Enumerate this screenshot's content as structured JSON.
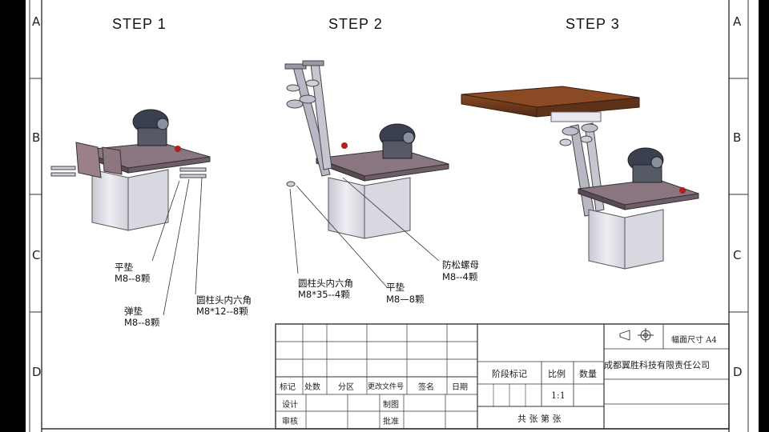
{
  "steps": [
    "STEP  1",
    "STEP  2",
    "STEP  3"
  ],
  "zones": {
    "left": [
      "A",
      "B",
      "C",
      "D"
    ],
    "right": [
      "A",
      "B",
      "C",
      "D"
    ]
  },
  "callouts": {
    "s1_flat_washer_name": "平垫",
    "s1_flat_washer_spec": "M8--8颗",
    "s1_spring_washer_name": "弹垫",
    "s1_spring_washer_spec": "M8--8颗",
    "s1_screw_name": "圆柱头内六角",
    "s1_screw_spec": "M8*12--8颗",
    "s2_screw_name": "圆柱头内六角",
    "s2_screw_spec": "M8*35--4颗",
    "s2_washer_name": "平垫",
    "s2_washer_spec": "M8—8颗",
    "s2_nut_name": "防松螺母",
    "s2_nut_spec": "M8--4颗"
  },
  "title_block": {
    "sheet_size": "幅面尺寸  A4",
    "company": "成都翼胜科技有限责任公司",
    "row_labels": [
      "标记",
      "处数",
      "分区",
      "更改文件号",
      "签名",
      "日期"
    ],
    "design": "设计",
    "draw": "制图",
    "review": "审核",
    "approve": "批准",
    "stage_mark": "阶段标记",
    "scale_label": "比例",
    "qty_label": "数量",
    "scale_value": "1:1",
    "sheets": "共 张 第 张"
  },
  "colors": {
    "wood": "#6b3a1f",
    "steel": "#e4e4ea",
    "plate": "#7a6670",
    "dark": "#33394a"
  }
}
